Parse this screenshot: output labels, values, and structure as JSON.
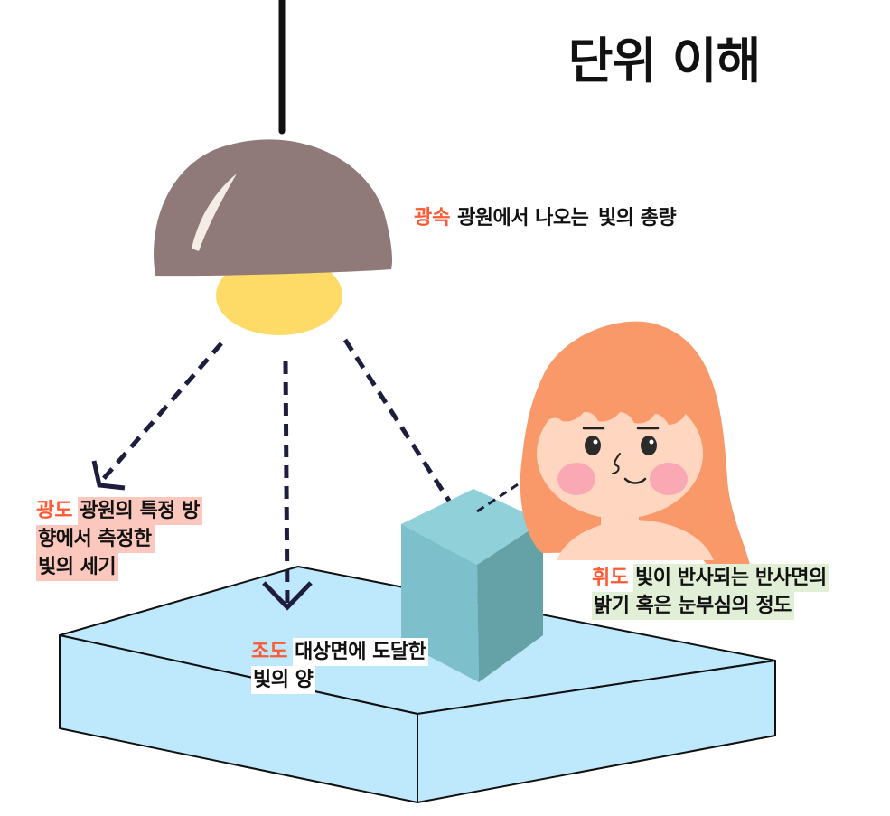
{
  "title": "단위 이해",
  "labels": {
    "luminous_flux": {
      "term": "광속",
      "lines": [
        "광원에서 나오는",
        "빛의 총량"
      ]
    },
    "luminous_intensity": {
      "term": "광도",
      "lines": [
        "광원의 특정 방",
        "향에서 측정한",
        "빛의 세기"
      ]
    },
    "illuminance": {
      "term": "조도",
      "lines": [
        "대상면에 도달한",
        "빛의 양"
      ]
    },
    "luminance": {
      "term": "휘도",
      "lines": [
        "빛이 반사되는 반사면의",
        "밝기 혹은 눈부심의 정도"
      ]
    }
  },
  "colors": {
    "term_accent": "#ff5a36",
    "lamp_shade": "#8f7a79",
    "bulb": "#fedb67",
    "table": "#bee8fb",
    "cube_front": "#7dbfca",
    "cube_side": "#65a2a8",
    "cube_top": "#8fd0d9",
    "hair": "#f9996a",
    "skin": "#ffd6c0",
    "arrow": "#1e1d3d"
  }
}
